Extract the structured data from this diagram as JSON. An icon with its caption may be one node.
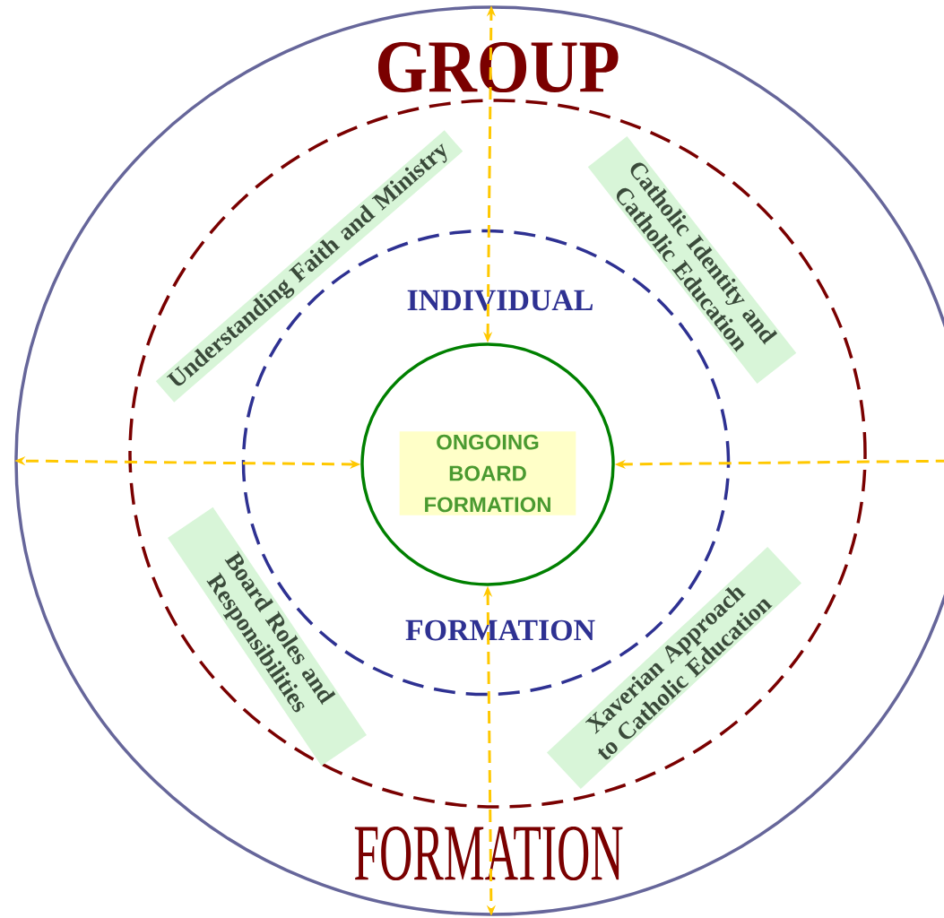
{
  "diagram": {
    "nodes": [
      {
        "text": [
          "GROUP",
          "FORMATION"
        ]
      },
      {
        "text": [
          "Understanding Faith and Ministry",
          "Catholic Identity and Catholic Education",
          "Board Roles and Responsibilities",
          "Xaverian Approach to Catholic Education"
        ],
        "in": 0
      },
      {
        "text": [
          "INDIVIDUAL",
          "FORMATION"
        ],
        "in": 1
      },
      {
        "text": [
          "ONGOING BOARD FORMATION"
        ],
        "in": 2
      }
    ],
    "edges": [
      {
        "from": 3,
        "to": 0,
        "arrow": "both",
        "style": "dashed"
      },
      {
        "from": 3,
        "to": 0,
        "arrow": "both",
        "style": "dashed"
      },
      {
        "from": 0,
        "to": 3,
        "arrow": "to",
        "style": "dashed"
      },
      {
        "from": 3,
        "to": 0,
        "arrow": "both",
        "style": "dashed"
      }
    ]
  }
}
